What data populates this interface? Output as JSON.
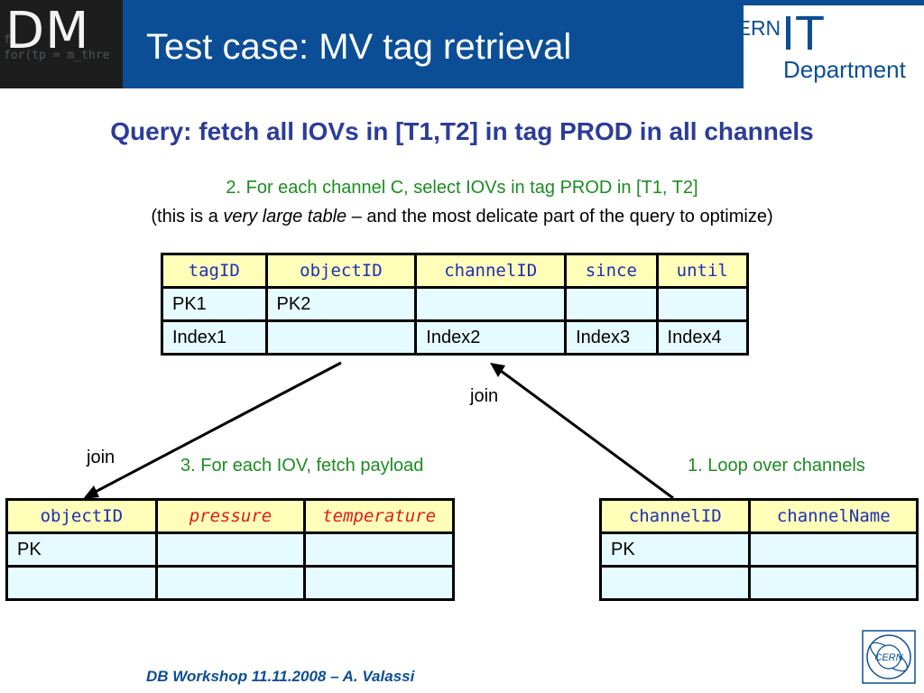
{
  "header": {
    "logo_text": "DM",
    "logo_code": "fi\nfor(tp = m_thre",
    "title": "Test case: MV tag retrieval",
    "org_cern": "CERN",
    "org_it": "IT",
    "org_dept": "Department"
  },
  "subtitle": "Query: fetch all IOVs in [T1,T2] in tag PROD in all channels",
  "step2": "2. For each channel C, select IOVs in tag PROD in [T1, T2]",
  "note": {
    "prefix": "(this is a ",
    "emphasis": "very large table",
    "suffix": " – and the most delicate part of the query to optimize)"
  },
  "iov_table": {
    "headers": [
      "tagID",
      "objectID",
      "channelID",
      "since",
      "until"
    ],
    "rows": [
      [
        "PK1",
        "PK2",
        "",
        "",
        ""
      ],
      [
        "Index1",
        "",
        "Index2",
        "Index3",
        "Index4"
      ]
    ]
  },
  "payload_table": {
    "headers": [
      "objectID",
      "pressure",
      "temperature"
    ],
    "rows": [
      [
        "PK",
        "",
        ""
      ],
      [
        "",
        "",
        ""
      ]
    ]
  },
  "channel_table": {
    "headers": [
      "channelID",
      "channelName"
    ],
    "rows": [
      [
        "PK",
        ""
      ],
      [
        "",
        ""
      ]
    ]
  },
  "labels": {
    "join_right": "join",
    "join_left": "join",
    "step3": "3. For each IOV, fetch payload",
    "step1": "1. Loop over channels"
  },
  "footer": "DB Workshop 11.11.2008 – A. Valassi",
  "badge_text": "CERN",
  "colors": {
    "header_blue": "#0b4e96",
    "subtitle_blue": "#2b3c99",
    "step_green": "#1a8d20",
    "header_cell": "#ffffb9",
    "body_cell": "#e6fbff",
    "header_text": "#1c2fb5",
    "header_text_red": "#e01b1b"
  },
  "icons": [
    "dm-logo-icon",
    "cern-badge-icon"
  ]
}
